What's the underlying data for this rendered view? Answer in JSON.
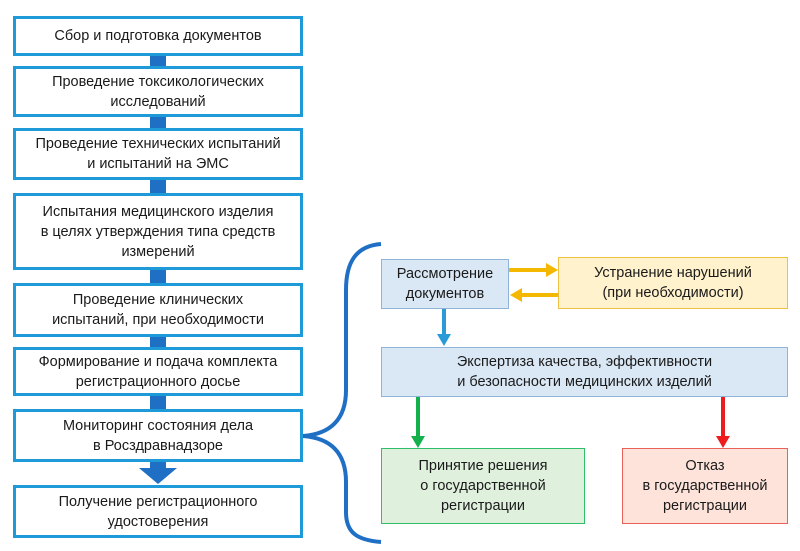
{
  "left_steps": [
    {
      "label": "Сбор и подготовка документов"
    },
    {
      "label": "Проведение токсикологических\nисследований"
    },
    {
      "label": "Проведение технических испытаний\nи испытаний на ЭМС"
    },
    {
      "label": "Испытания медицинского изделия\nв целях утверждения типа средств\nизмерений"
    },
    {
      "label": "Проведение клинических\nиспытаний, при необходимости"
    },
    {
      "label": "Формирование и подача комплекта\nрегистрационного досье"
    },
    {
      "label": "Мониторинг состояния дела\nв Росздравнадзоре"
    },
    {
      "label": "Получение регистрационного\nудостоверения"
    }
  ],
  "right": {
    "review": "Рассмотрение\nдокументов",
    "fix": "Устранение нарушений\n(при необходимости)",
    "expertise": "Экспертиза качества, эффективности\nи безопасности медицинских изделий",
    "accept": "Принятие решения\nо государственной\nрегистрации",
    "reject": "Отказ\nв государственной\nрегистрации"
  },
  "colors": {
    "left_border": "#1e9ad8",
    "connector": "#1f6fc5",
    "brace": "#1f6fc5",
    "review_fill": "#dae8f5",
    "fix_fill": "#fff2cc",
    "fix_border": "#f0c040",
    "yellow_arrow": "#f5b800",
    "blue_arrow": "#2a9ad8",
    "accept_fill": "#dff0dc",
    "accept_border": "#2fbf6a",
    "green_arrow": "#14b04c",
    "reject_fill": "#fde3da",
    "reject_border": "#e8625a",
    "red_arrow": "#ee1c1c"
  }
}
